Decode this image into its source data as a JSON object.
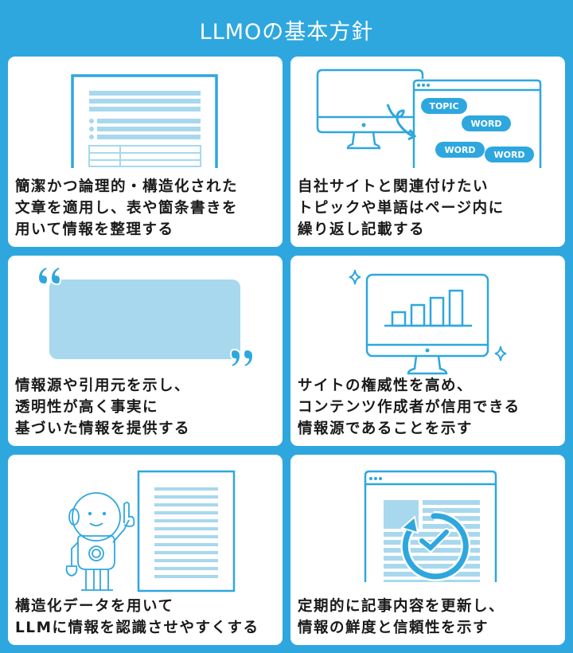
{
  "header": {
    "title": "LLMOの基本方針"
  },
  "colors": {
    "background": "#2ea7df",
    "accent": "#2ea7df",
    "light_accent": "#a8d8ee",
    "card": "#ffffff",
    "text": "#1a1a1a"
  },
  "cards": [
    {
      "illustration": "structured-document",
      "lines": [
        "簡潔かつ論理的・構造化された",
        "文章を適用し、表や箇条書きを",
        "用いて情報を整理する"
      ]
    },
    {
      "illustration": "monitor-with-keyword-window",
      "tags": [
        "TOPIC",
        "WORD",
        "WORD",
        "WORD"
      ],
      "lines": [
        "自社サイトと関連付けたい",
        "トピックや単語はページ内に",
        "繰り返し記載する"
      ]
    },
    {
      "illustration": "quotation-box",
      "lines": [
        "情報源や引用元を示し、",
        "透明性が高く事実に",
        "基づいた情報を提供する"
      ]
    },
    {
      "illustration": "monitor-bar-chart",
      "lines": [
        "サイトの権威性を高め、",
        "コンテンツ作成者が信用できる",
        "情報源であることを示す"
      ]
    },
    {
      "illustration": "robot-with-document",
      "lines": [
        "構造化データを用いて",
        "LLMに情報を認識させやすくする"
      ]
    },
    {
      "illustration": "browser-with-refresh-clock",
      "lines": [
        "定期的に記事内容を更新し、",
        "情報の鮮度と信頼性を示す"
      ]
    }
  ]
}
